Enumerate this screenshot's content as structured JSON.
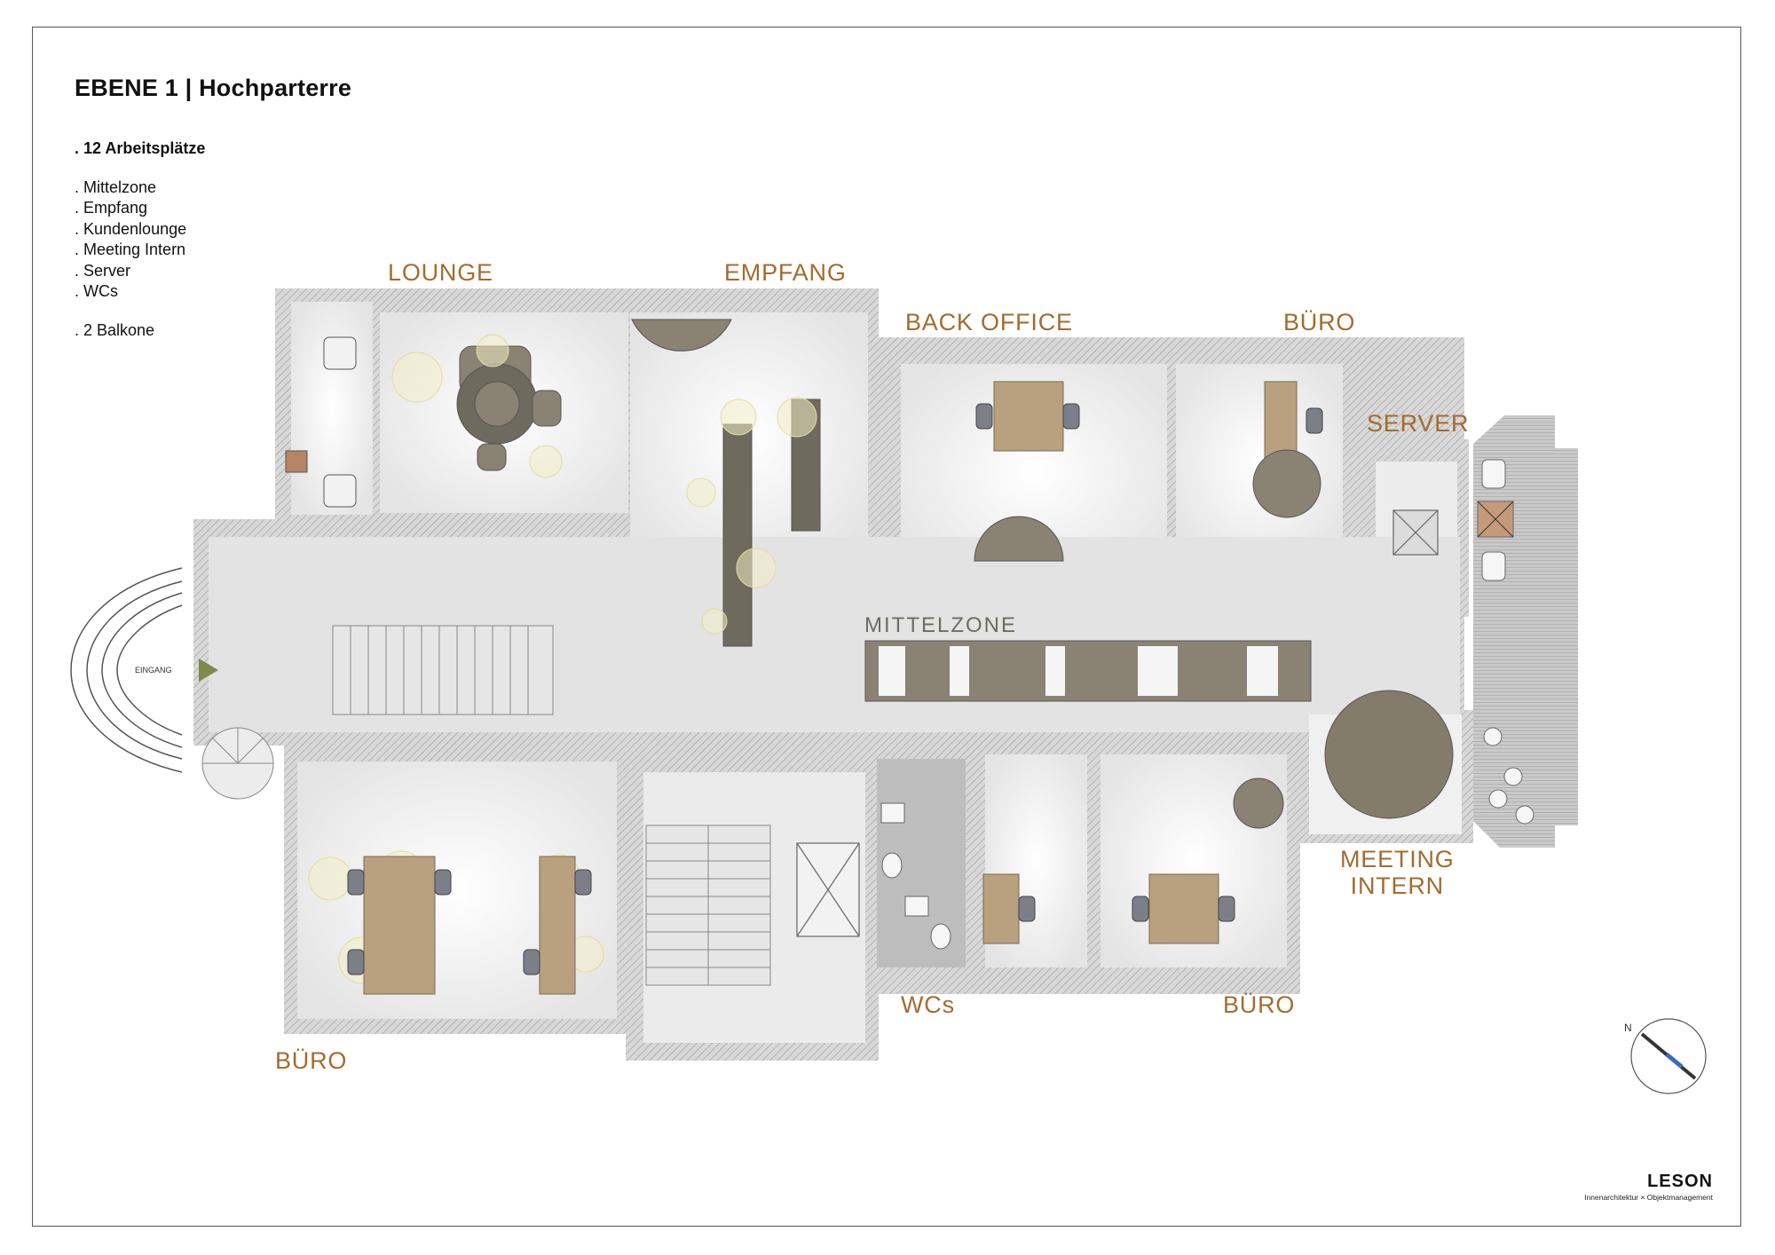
{
  "title": "EBENE 1 | Hochparterre",
  "program": {
    "workplaces": ". 12 Arbeitsplätze",
    "zones": [
      ". Mittelzone",
      ". Empfang",
      ". Kundenlounge",
      ". Meeting Intern",
      ". Server",
      ". WCs"
    ],
    "balconies": ". 2 Balkone"
  },
  "rooms": {
    "lounge": "LOUNGE",
    "empfang": "EMPFANG",
    "back_office": "BACK OFFICE",
    "buero_top": "BÜRO",
    "server": "SERVER",
    "mittelzone": "MITTELZONE",
    "meeting_line1": "MEETING",
    "meeting_line2": "INTERN",
    "wcs": "WCs",
    "buero_bottom_right": "BÜRO",
    "buero_bottom_left": "BÜRO",
    "eingang": "EINGANG"
  },
  "compass": {
    "north": "N"
  },
  "brand": {
    "logo": "LESON",
    "tagline": "Innenarchitektur × Objektmanagement"
  },
  "colors": {
    "label": "#a26c2f",
    "wall": "#cfcfcf",
    "floor": "#e9e9e9",
    "furniture": "#8a8272",
    "accent": "#7c8a4e"
  }
}
